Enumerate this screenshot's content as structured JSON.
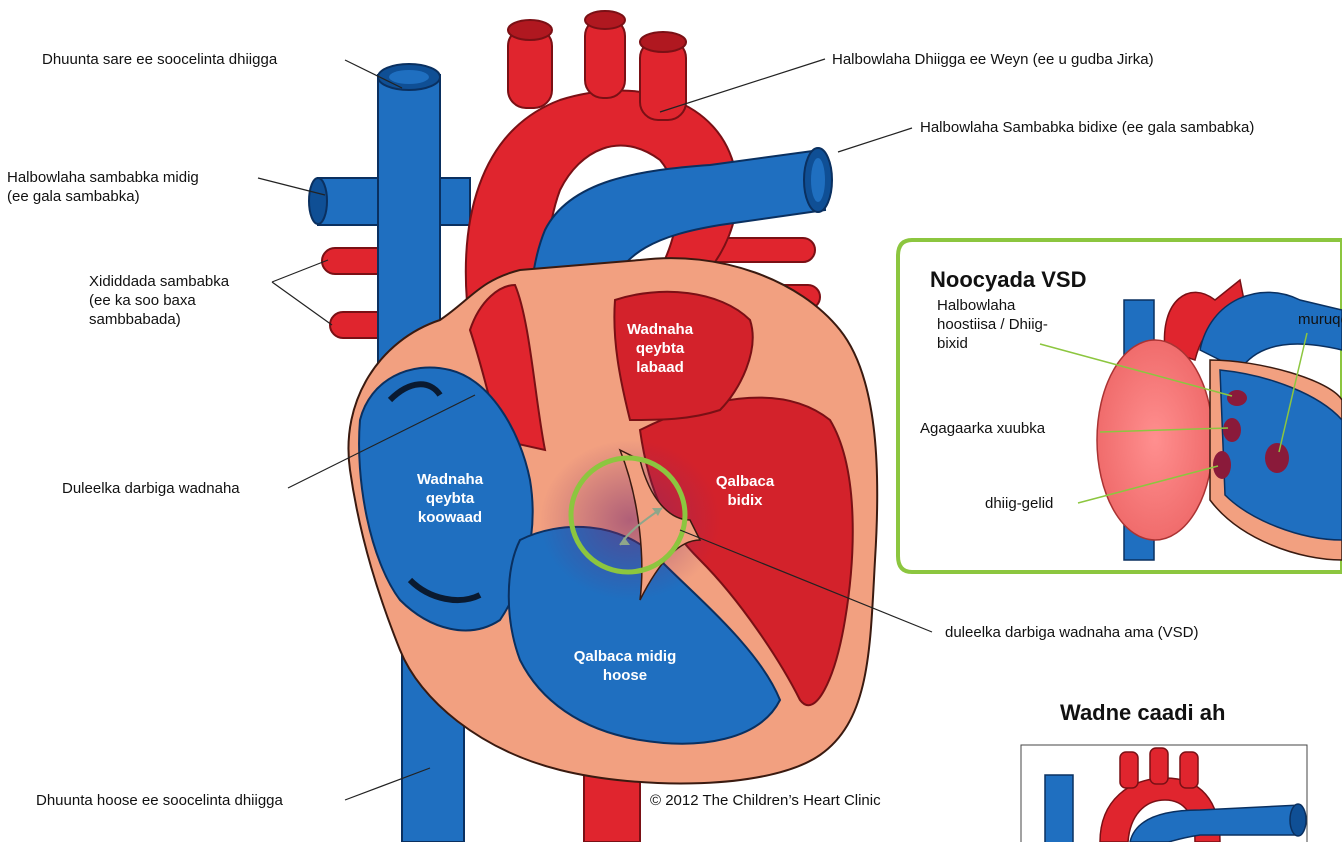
{
  "labels": {
    "svc": "Dhuunta sare ee soocelinta dhiigga",
    "rpa": "Halbowlaha sambabka midig\n(ee gala sambabka)",
    "pv": "Xididdada sambabka\n(ee ka soo baxa\nsambbabada)",
    "asd": "Duleelka darbiga wadnaha",
    "ivc": "Dhuunta hoose ee soocelinta dhiigga",
    "aorta": "Halbowlaha Dhiigga ee Weyn (ee u gudba Jirka)",
    "lpa": "Halbowlaha Sambabka bidixe (ee gala sambabka)",
    "vsd": "duleelka darbiga wadnaha ama (VSD)"
  },
  "chambers": {
    "la": "Wadnaha\nqeybta\nlabaad",
    "ra": "Wadnaha\nqeybta\nkoowaad",
    "lv": "Qalbaca\nbidix",
    "rv": "Qalbaca midig\nhoose"
  },
  "copyright": "© 2012 The Children’s Heart Clinic",
  "inset_types": {
    "title": "Noocyada VSD",
    "labels": {
      "outlet": "Halbowlaha\nhoostiisa / Dhiig-\nbixid",
      "membranous": "Agagaarka xuubka",
      "inlet": "dhiig-gelid",
      "muscular": "muruqe"
    }
  },
  "inset_normal": {
    "title": "Wadne caadi ah"
  },
  "colors": {
    "blue": "#1f6fc0",
    "blue_dark": "#0f4f95",
    "red": "#e0252e",
    "red_dark": "#b01820",
    "tissue": "#f2a080",
    "inset_border": "#8cc63f",
    "ring": "#8cc63f"
  }
}
